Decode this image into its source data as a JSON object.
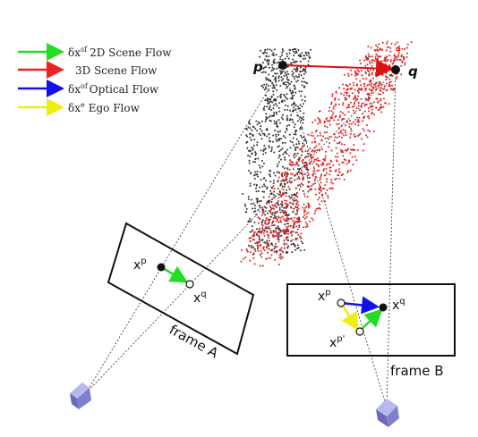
{
  "legend": {
    "items": [
      {
        "symbol": "δx",
        "sup": "sf",
        "text": "2D Scene Flow",
        "color": "#22dd22"
      },
      {
        "symbol": "",
        "sup": "",
        "text": "3D Scene Flow",
        "color": "#ee2222"
      },
      {
        "symbol": "δx",
        "sup": "of",
        "text": "Optical Flow",
        "color": "#1111ee"
      },
      {
        "symbol": "δx",
        "sup": "e",
        "text": "Ego Flow",
        "color": "#eeee11"
      }
    ]
  },
  "points": {
    "p": "p",
    "q": "q"
  },
  "frame_a": {
    "label": "frame A",
    "xp_base": "x",
    "xp_sup": "p",
    "xq_base": "x",
    "xq_sup": "q"
  },
  "frame_b": {
    "label": "frame B",
    "xp_base": "x",
    "xp_sup": "p",
    "xq_base": "x",
    "xq_sup": "q",
    "xpp_base": "x",
    "xpp_sup": "p'"
  },
  "colors": {
    "scene_flow_2d": "#22dd22",
    "scene_flow_3d": "#ee2222",
    "optical_flow": "#1111ee",
    "ego_flow": "#eeee11",
    "cloud_a": "#333333",
    "cloud_b": "#dd2222",
    "camera": "#8888dd"
  }
}
